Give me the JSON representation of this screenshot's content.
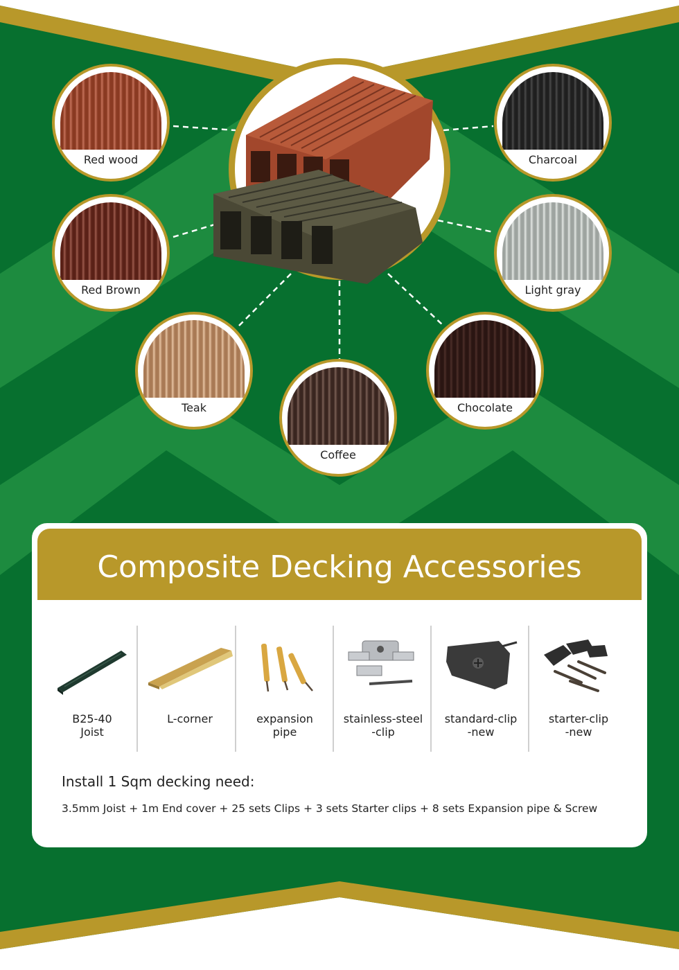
{
  "colors": {
    "green_dark": "#07702f",
    "green_light": "#1a8a3e",
    "gold": "#b8982a",
    "white": "#ffffff"
  },
  "colors_section": {
    "swatches": [
      {
        "label": "Red wood",
        "color": "#8a3a22",
        "light": "#c5715a"
      },
      {
        "label": "Charcoal",
        "color": "#1f1f1f",
        "light": "#4a4a4a"
      },
      {
        "label": "Red Brown",
        "color": "#5a2117",
        "light": "#9c5a4c"
      },
      {
        "label": "Light gray",
        "color": "#9ea4a0",
        "light": "#e3e7e4"
      },
      {
        "label": "Teak",
        "color": "#a97a55",
        "light": "#e6c3a2"
      },
      {
        "label": "Chocolate",
        "color": "#2a1512",
        "light": "#4d2f29"
      },
      {
        "label": "Coffee",
        "color": "#3a2620",
        "light": "#7a5f55"
      }
    ]
  },
  "accessories": {
    "title": "Composite Decking Accessories",
    "items": [
      {
        "name_line1": "B25-40",
        "name_line2": "Joist",
        "icon": "joist-icon"
      },
      {
        "name_line1": "L-corner",
        "name_line2": "",
        "icon": "l-corner-icon"
      },
      {
        "name_line1": "expansion",
        "name_line2": "pipe",
        "icon": "expansion-pipe-icon"
      },
      {
        "name_line1": "stainless-steel",
        "name_line2": "-clip",
        "icon": "stainless-clip-icon"
      },
      {
        "name_line1": "standard-clip",
        "name_line2": "-new",
        "icon": "standard-clip-icon"
      },
      {
        "name_line1": "starter-clip",
        "name_line2": "-new",
        "icon": "starter-clip-icon"
      }
    ],
    "install_title": "Install 1 Sqm decking need:",
    "install_text": "3.5mm Joist + 1m End cover + 25 sets Clips + 3 sets Starter clips + 8 sets Expansion pipe & Screw"
  }
}
